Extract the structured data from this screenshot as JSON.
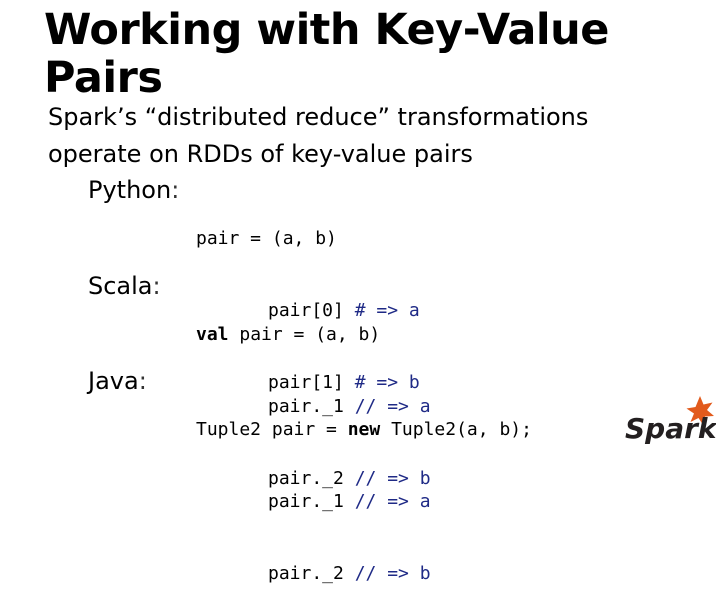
{
  "slide": {
    "title": "Working with Key-Value Pairs",
    "subtitle_line1": "Spark’s “distributed reduce” transformations",
    "subtitle_line2": "operate on RDDs of key-value pairs"
  },
  "python": {
    "label": "Python",
    "colon": ":",
    "line1": "pair = (a, b)",
    "line2_code": "pair[0]",
    "line2_comment": "# => a",
    "line3_code": "pair[1]",
    "line3_comment": "# => b"
  },
  "scala": {
    "label": "Scala",
    "colon": ":",
    "keyword": "val",
    "line1_rest": " pair = (a, b)",
    "line2_code": "pair._1",
    "line2_comment": "// => a",
    "line3_code": "pair._2",
    "line3_comment": "// => b"
  },
  "java": {
    "label": "Java",
    "colon": ":",
    "line1_start": "Tuple2 pair = ",
    "keyword": "new",
    "line1_end": " Tuple2(a, b);",
    "line2_code": "pair._1",
    "line2_comment": "// => a",
    "line3_code": "pair._2",
    "line3_comment": "// => b"
  },
  "logo": {
    "text": "Spark",
    "star_color": "#e25a1c",
    "text_color": "#231f20"
  }
}
